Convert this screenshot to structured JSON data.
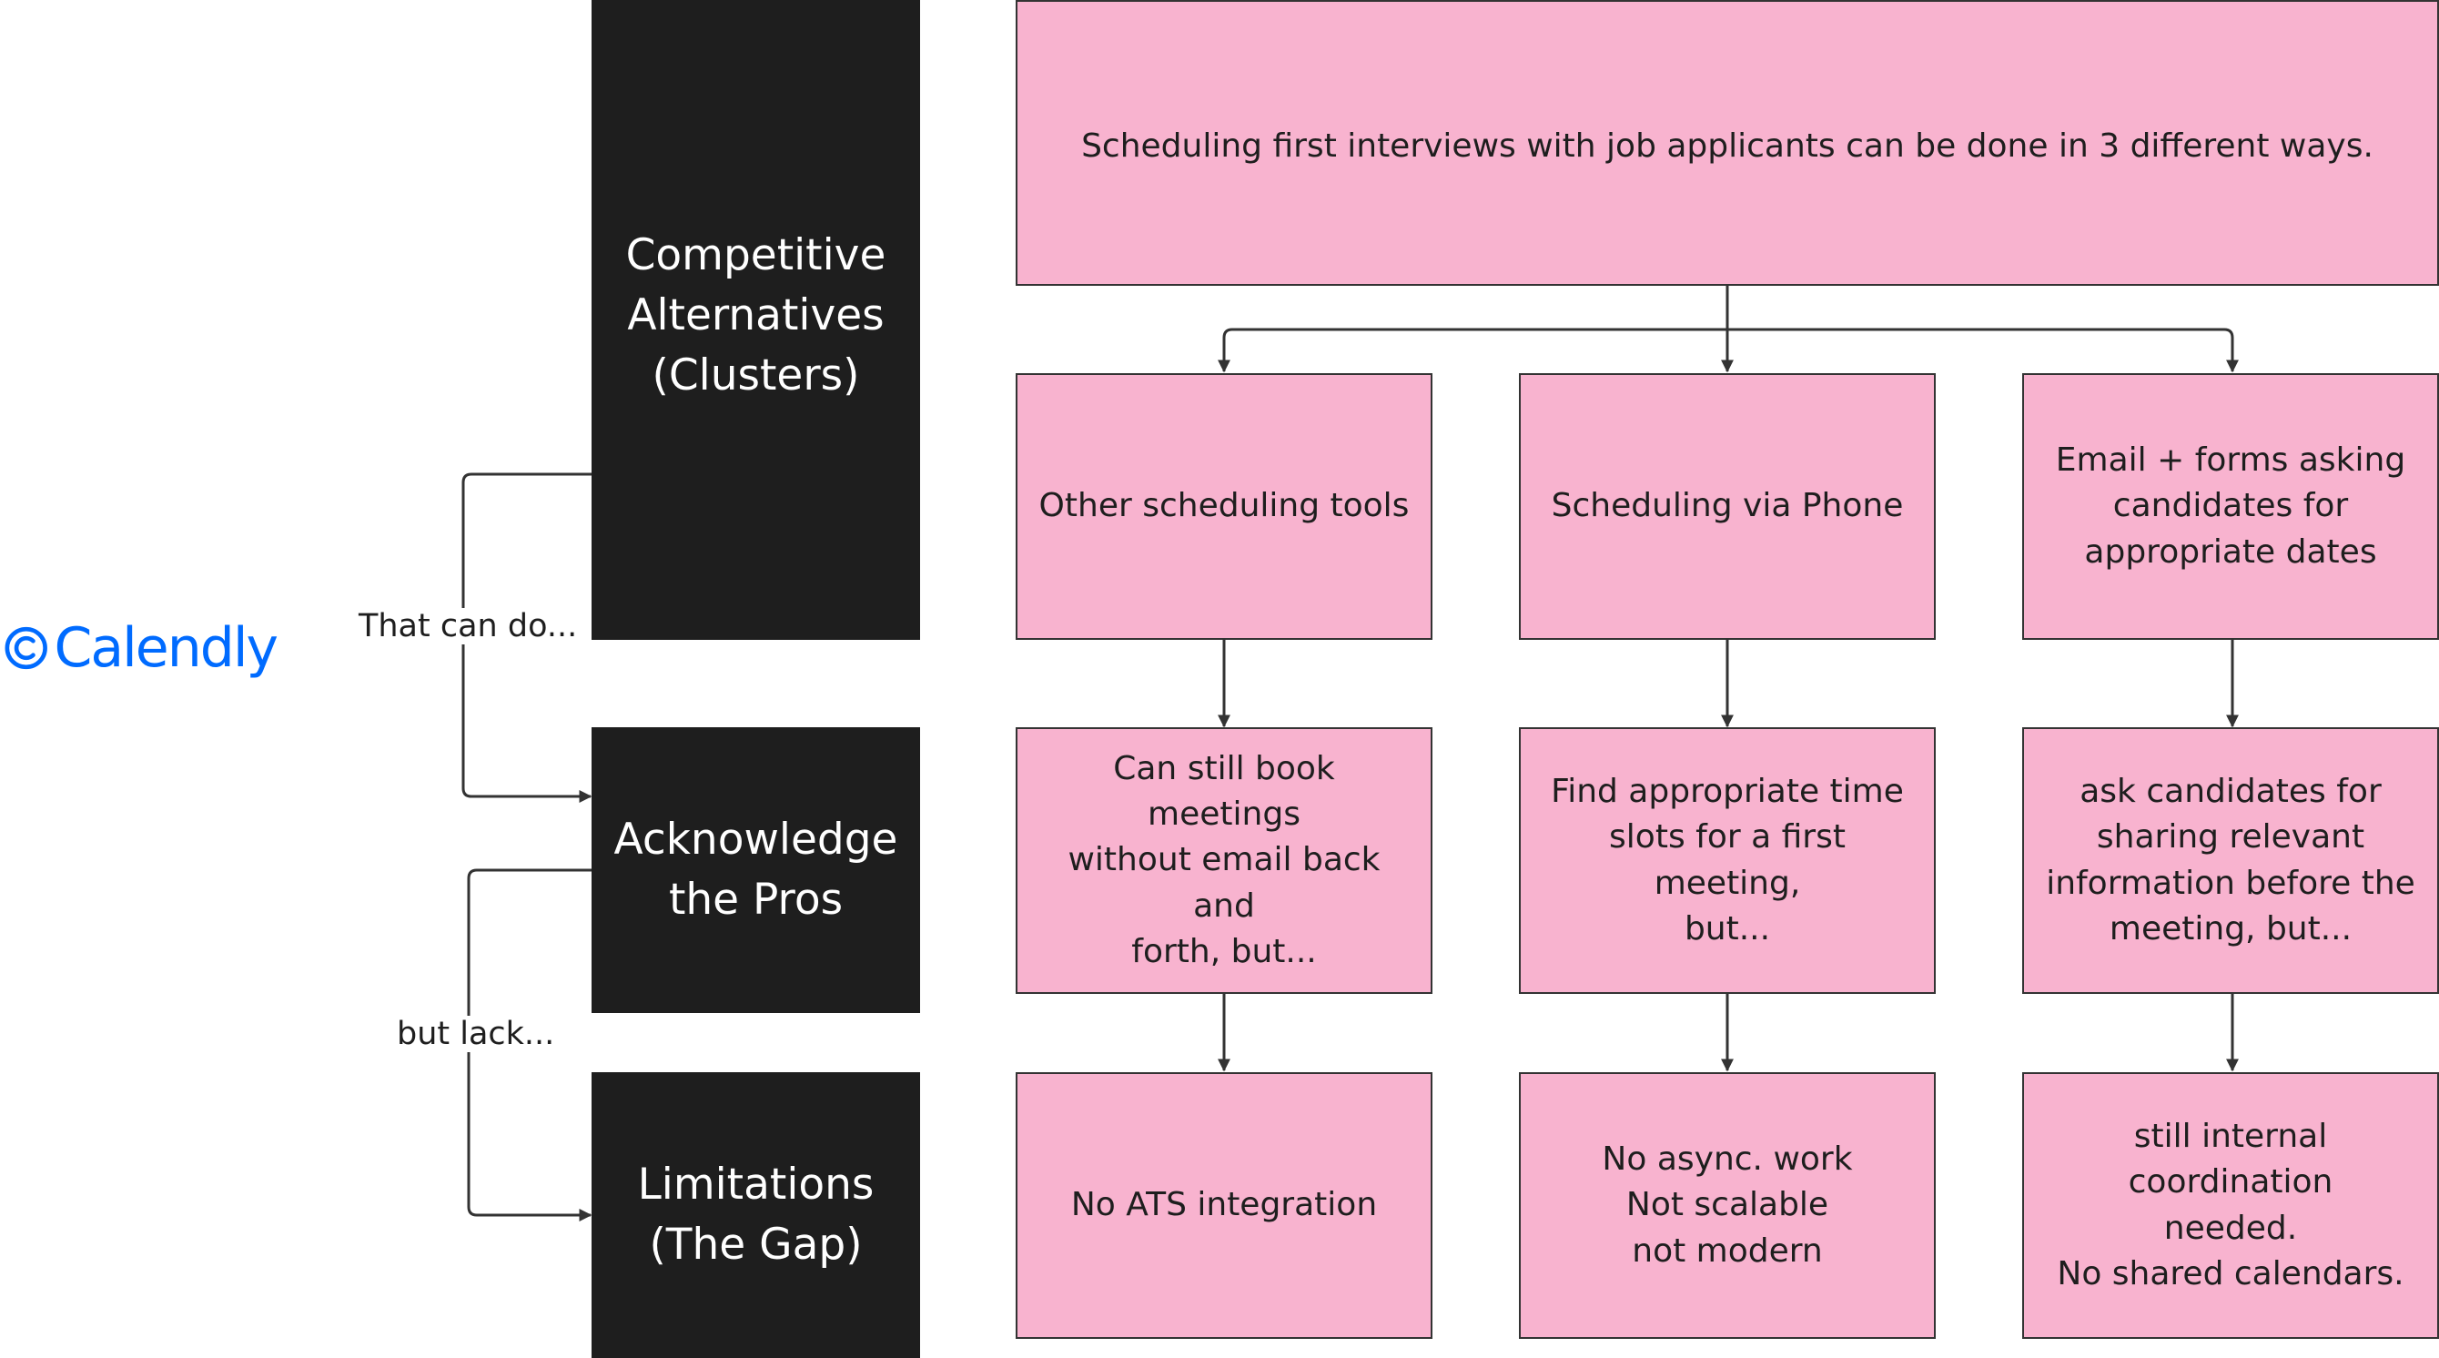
{
  "logo": {
    "text": "Calendly",
    "icon": "calendly-c-icon",
    "color": "#006bff"
  },
  "rows": {
    "competitive": "Competitive\nAlternatives\n(Clusters)",
    "pros": "Acknowledge\nthe Pros",
    "limitations": "Limitations\n(The Gap)"
  },
  "connector_labels": {
    "that_can_do": "That  can do...",
    "but_lack": "but lack..."
  },
  "header": "Scheduling first interviews with job applicants can be done in 3 different ways.",
  "alternatives": [
    "Other scheduling tools",
    "Scheduling via Phone",
    "Email + forms asking\ncandidates for\nappropriate dates"
  ],
  "pros": [
    "Can still book meetings\nwithout email back and\nforth, but...",
    "Find appropriate time\nslots for a first meeting,\nbut...",
    "ask candidates for\nsharing relevant\ninformation before the\nmeeting, but..."
  ],
  "limitations": [
    "No ATS integration",
    "No async. work\nNot scalable\nnot modern",
    "still internal coordination\nneeded.\nNo shared calendars."
  ],
  "colors": {
    "dark_box": "#1e1e1e",
    "pink_box": "#f8b3cf",
    "line": "#333333"
  }
}
